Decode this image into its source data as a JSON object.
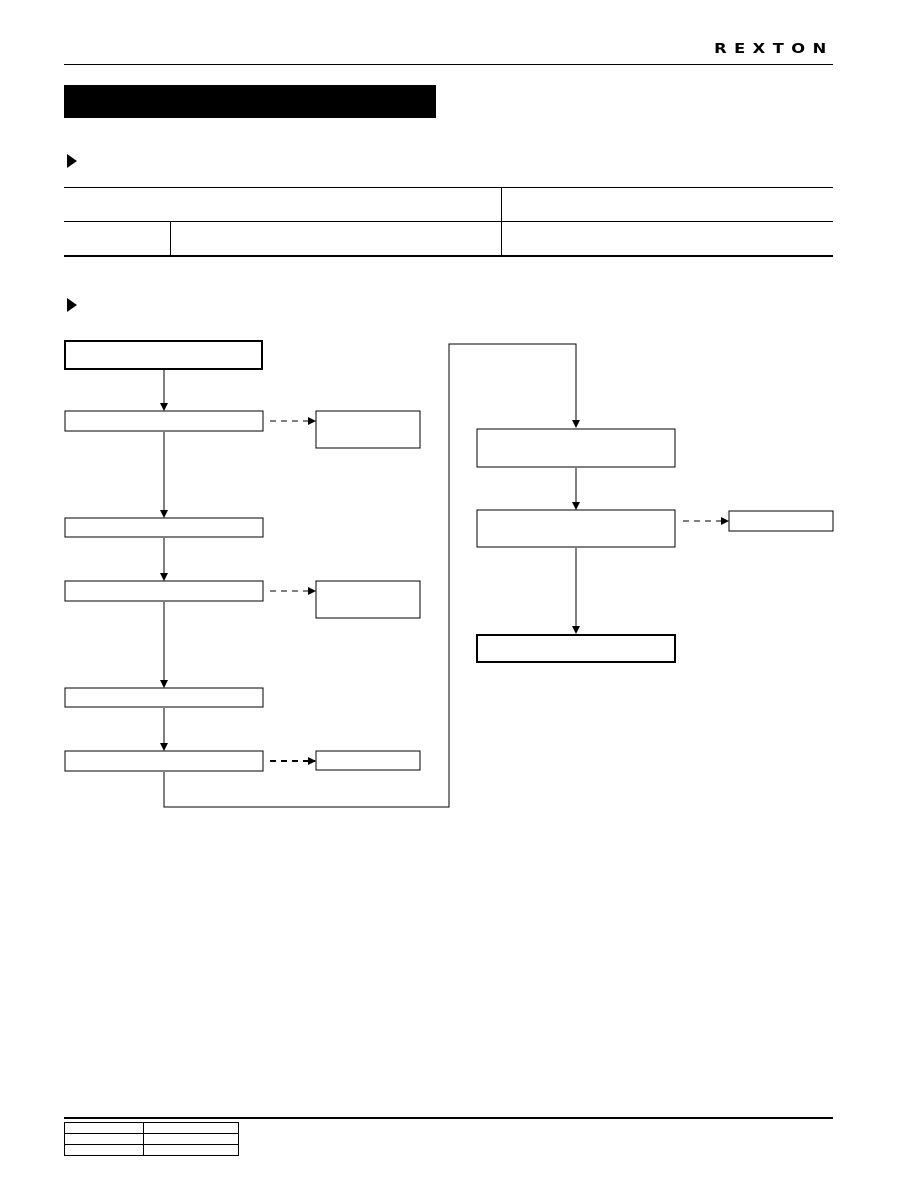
{
  "header": {
    "brand": "REXTON"
  },
  "sections": [
    {
      "marker": "triangle"
    },
    {
      "marker": "triangle"
    }
  ],
  "flowchart": {
    "boxes": [
      "",
      "",
      "",
      "",
      "",
      "",
      "",
      "",
      "",
      "",
      "",
      "",
      "",
      "",
      ""
    ]
  }
}
